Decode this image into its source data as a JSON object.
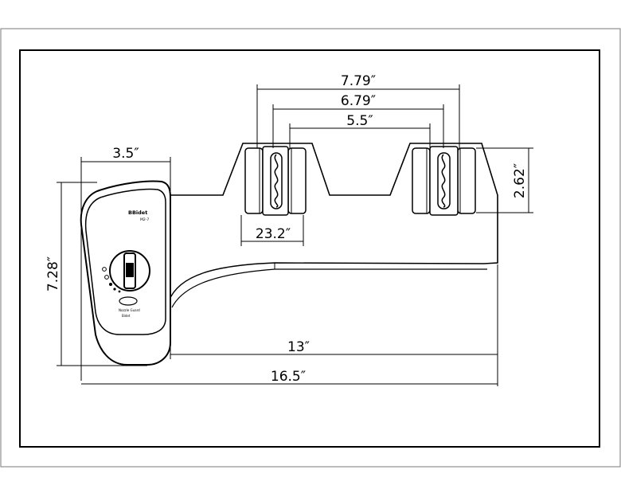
{
  "dimensions": {
    "width_359": "3.5″",
    "outer_779": "7.79″",
    "middle_679": "6.79″",
    "inner_55": "5.5″",
    "bracket_232": "23.2″",
    "height_262": "2.62″",
    "height_728": "7.28″",
    "length_13": "13″",
    "length_165": "16.5″"
  },
  "device_labels": {
    "brand": "BBidet",
    "model": "M2-7",
    "lower_1": "Nozzle Guard",
    "lower_2": "Bidet"
  }
}
